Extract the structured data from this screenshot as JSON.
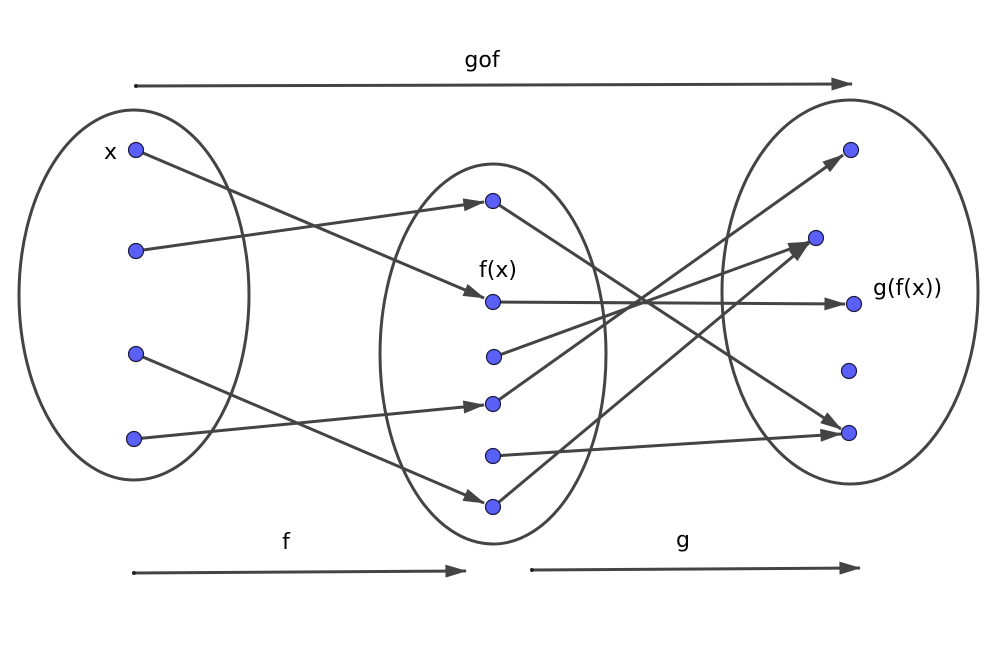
{
  "labels": {
    "composite": "gof",
    "f_map": "f",
    "g_map": "g",
    "x_label": "x",
    "fx_label": "f(x)",
    "gfx_label": "g(f(x))"
  },
  "colors": {
    "point_fill": "#5a5ff5",
    "stroke": "#444444"
  }
}
